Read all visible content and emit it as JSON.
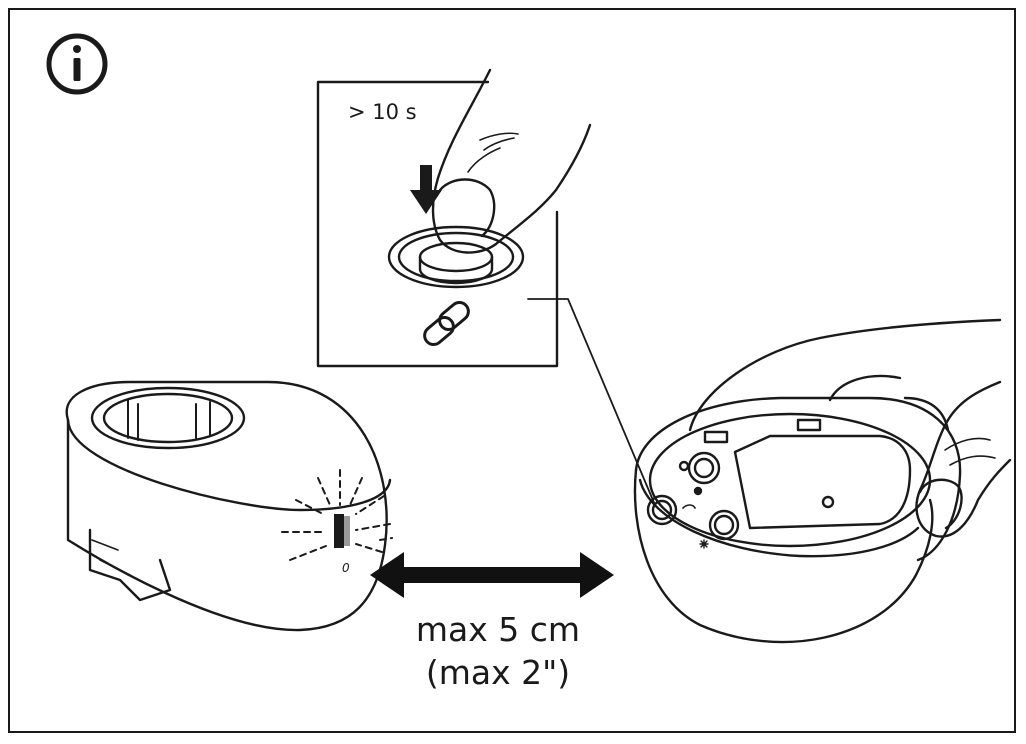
{
  "info_icon": "info-circle-icon",
  "link_icon": "chain-link-icon",
  "press_duration": "> 10 s",
  "distance_metric": "max 5 cm",
  "distance_imperial": "(max 2\")",
  "plug_indicator_label": "0",
  "colors": {
    "line": "#1a1a1a",
    "background": "#ffffff",
    "arrow": "#111111"
  }
}
